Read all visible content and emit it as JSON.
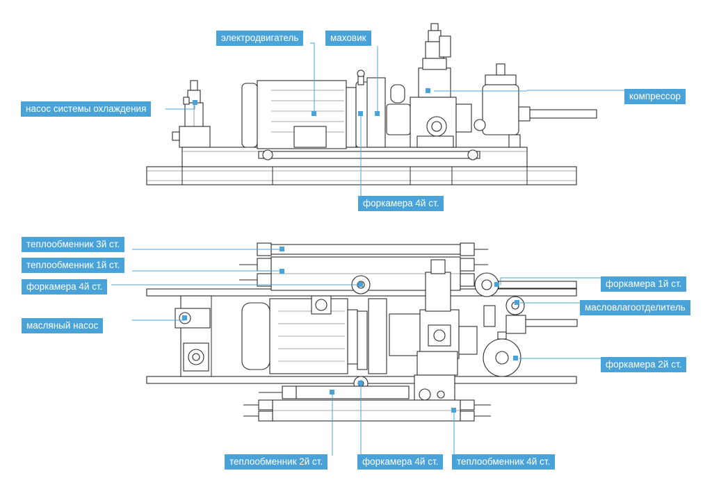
{
  "colors": {
    "label_bg": "#4aa3d8",
    "label_text": "#ffffff",
    "drawing": "#2b2b2b"
  },
  "side_view": {
    "electric_motor": "электродвигатель",
    "flywheel": "маховик",
    "cooling_pump": "насос системы охлаждения",
    "compressor": "компрессор",
    "prechamber_4": "форкамера 4й ст."
  },
  "top_view": {
    "heat_exchanger_3": "теплообменник 3й ст.",
    "heat_exchanger_1": "теплообменник 1й ст.",
    "prechamber_4_left": "форкамера 4й ст.",
    "oil_pump": "масляный насос",
    "prechamber_1": "форкамера 1й ст.",
    "oil_moisture_separator": "масловлагоотделитель",
    "prechamber_2": "форкамера 2й ст.",
    "heat_exchanger_2": "теплообменник 2й ст.",
    "prechamber_4_bottom": "форкамера 4й ст.",
    "heat_exchanger_4": "теплообменник 4й ст."
  }
}
